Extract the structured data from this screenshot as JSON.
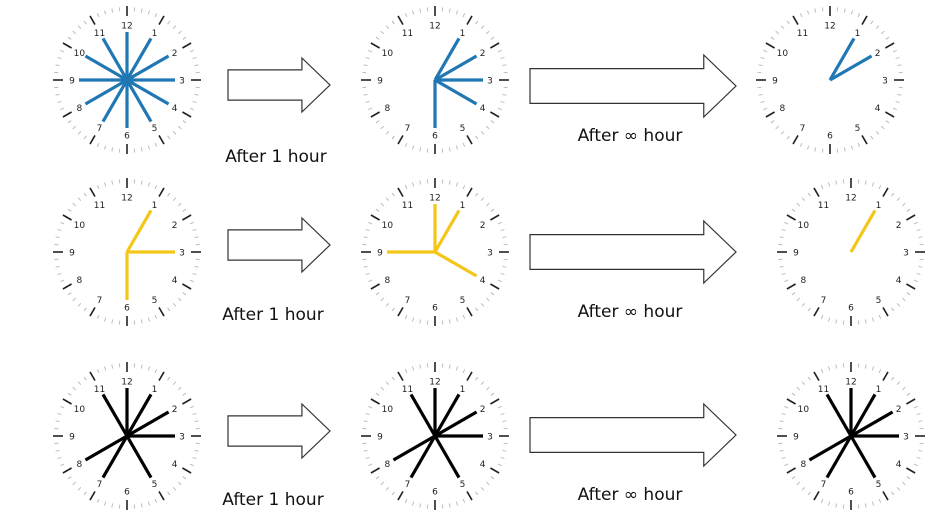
{
  "clock_numbers": [
    "12",
    "1",
    "2",
    "3",
    "4",
    "5",
    "6",
    "7",
    "8",
    "9",
    "10",
    "11"
  ],
  "colors": {
    "blue": "#1f77b4",
    "yellow": "#f5c518",
    "black": "#000000",
    "tick": "#222222",
    "minor_tick": "#bbbbbb"
  },
  "rows": [
    {
      "color": "blue",
      "caption_short": "After 1 hour",
      "caption_long": "After ∞ hour",
      "clocks": [
        {
          "hands": [
            0,
            1,
            2,
            3,
            4,
            5,
            6,
            7,
            8,
            9,
            10,
            11
          ]
        },
        {
          "hands": [
            1,
            2,
            3,
            4,
            6
          ]
        },
        {
          "hands": [
            1,
            2
          ]
        }
      ]
    },
    {
      "color": "yellow",
      "caption_short": "After 1 hour",
      "caption_long": "After ∞ hour",
      "clocks": [
        {
          "hands": [
            1,
            3,
            6
          ]
        },
        {
          "hands": [
            0,
            1,
            4,
            9
          ]
        },
        {
          "hands": [
            1
          ]
        }
      ]
    },
    {
      "color": "black",
      "caption_short": "After 1 hour",
      "caption_long": "After ∞ hour",
      "clocks": [
        {
          "hands": [
            0,
            1,
            2,
            3,
            5,
            7,
            8,
            11
          ]
        },
        {
          "hands": [
            0,
            1,
            2,
            3,
            5,
            7,
            8,
            11
          ]
        },
        {
          "hands": [
            0,
            1,
            2,
            3,
            5,
            7,
            8,
            11
          ]
        }
      ]
    }
  ]
}
